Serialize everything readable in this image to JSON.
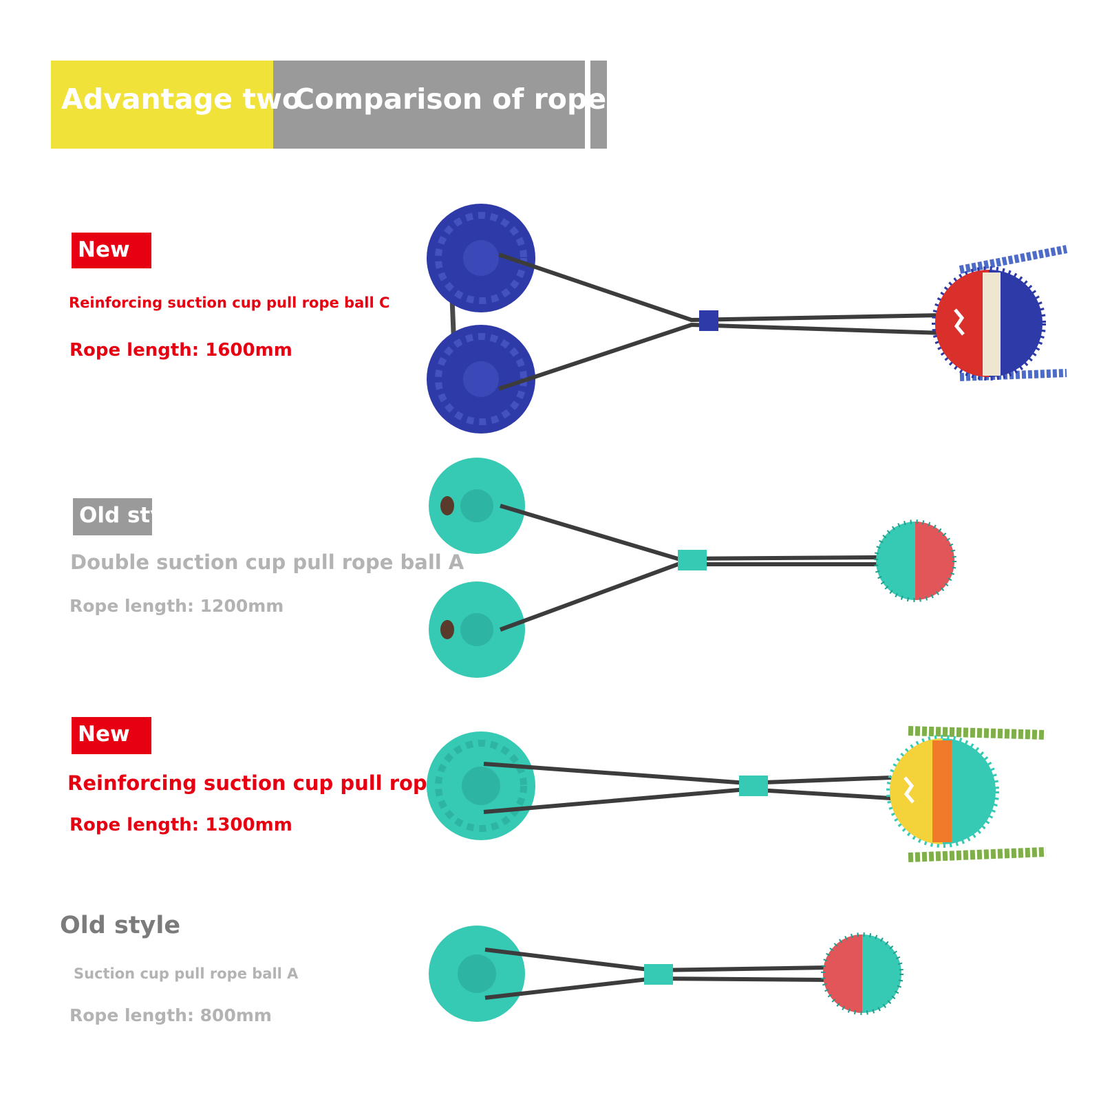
{
  "header": {
    "advantage_label": "Advantage two",
    "comparison_label": "Comparison of rope",
    "colors": {
      "yellow": "#f0e238",
      "gray": "#9a9a9a"
    }
  },
  "products": [
    {
      "tag": "New",
      "name": "Reinforcing suction cup pull rope ball C",
      "length": "Rope length: 1600mm",
      "tag_color": "#e60012",
      "cup_color": "#2d3aa8"
    },
    {
      "tag": "Old sty",
      "name": "Double suction cup pull rope ball A",
      "length": "Rope length: 1200mm",
      "tag_color": "#9a9a9a",
      "cup_color": "#36c9b4"
    },
    {
      "tag": "New",
      "name": "Reinforcing suction cup pull rope ball A",
      "length": "Rope length: 1300mm",
      "tag_color": "#e60012",
      "cup_color": "#36c9b4"
    },
    {
      "tag": "Old style",
      "name": "Suction cup pull rope ball A",
      "length": "Rope length: 800mm",
      "tag_color": "#7b7b7b",
      "cup_color": "#36c9b4"
    }
  ]
}
